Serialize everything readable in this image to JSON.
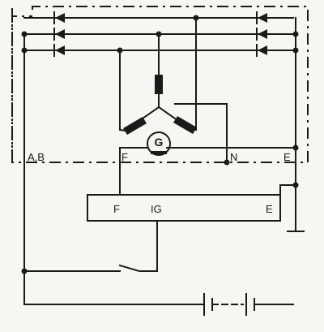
{
  "labels": {
    "ab": "A,B",
    "f_upper": "F",
    "n": "N",
    "e_upper": "E",
    "f_lower": "F",
    "ig": "IG",
    "e_lower": "E",
    "generator": "G"
  },
  "icons": {
    "diode": "diode-symbol",
    "winding": "coil-symbol",
    "generator": "generator-symbol",
    "switch": "switch-symbol",
    "battery": "battery-symbol",
    "ground": "ground-symbol"
  }
}
